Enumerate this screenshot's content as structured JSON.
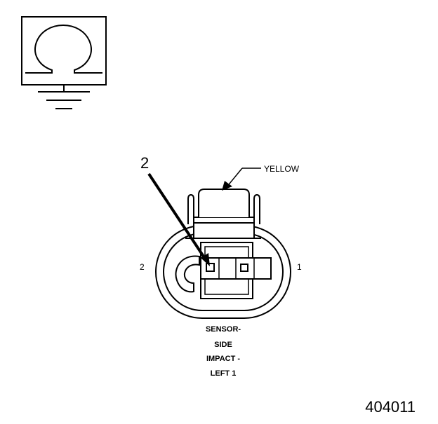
{
  "meter": {
    "symbol": "ohmmeter-icon",
    "glyph": "Ω",
    "ground": "ground-icon"
  },
  "wire_color_label": "YELLOW",
  "callout_number": "2",
  "pin_labels": {
    "left": "2",
    "right": "1"
  },
  "caption_lines": [
    "SENSOR-",
    "SIDE",
    "IMPACT -",
    "LEFT 1"
  ],
  "figure_number": "404011",
  "colors": {
    "ink": "#000000",
    "paper": "#ffffff"
  }
}
